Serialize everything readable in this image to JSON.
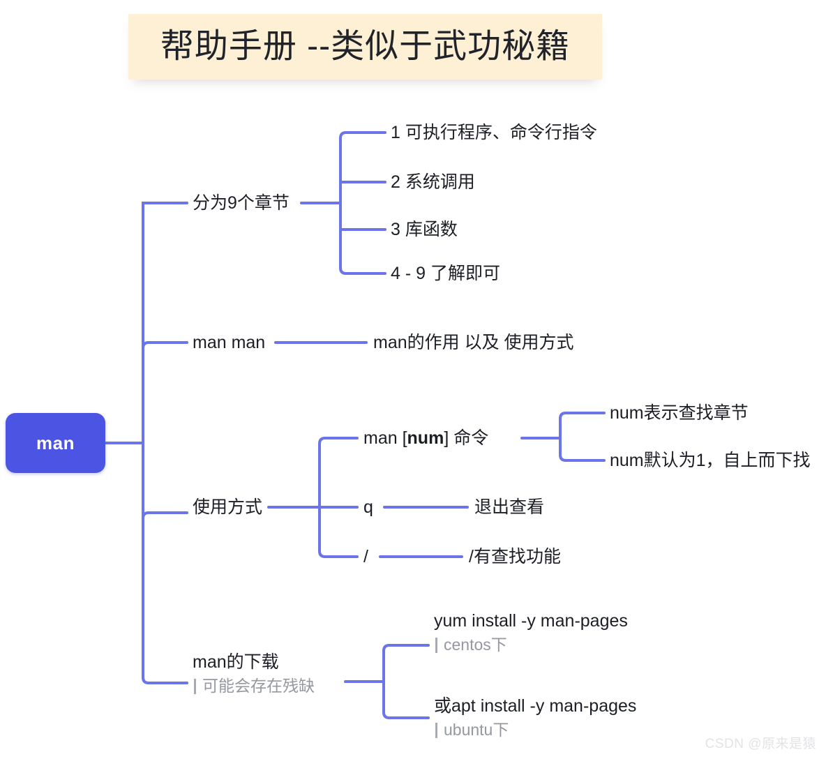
{
  "title": {
    "text": "帮助手册 --类似于武功秘籍",
    "background": "#fdf0d5",
    "color": "#20232a"
  },
  "colors": {
    "root_fill": "#4b54e3",
    "root_text": "#ffffff",
    "branch_line": "#6b74e8",
    "node_text": "#1c1e25",
    "note_text": "#9698a0",
    "canvas": "#ffffff"
  },
  "root": {
    "label": "man"
  },
  "branches": [
    {
      "label": "分为9个章节",
      "children": [
        {
          "label": "1 可执行程序、命令行指令"
        },
        {
          "label": "2 系统调用"
        },
        {
          "label": "3 库函数"
        },
        {
          "label": "4 - 9 了解即可"
        }
      ]
    },
    {
      "label": "man man",
      "children": [
        {
          "label": "man的作用 以及 使用方式"
        }
      ]
    },
    {
      "label": "使用方式",
      "children": [
        {
          "label_prefix": "man [",
          "label_bold": "num",
          "label_suffix": "] 命令",
          "children": [
            {
              "label": "num表示查找章节"
            },
            {
              "label": "num默认为1，自上而下找"
            }
          ]
        },
        {
          "label": "q",
          "children": [
            {
              "label": "退出查看"
            }
          ]
        },
        {
          "label": "/",
          "children": [
            {
              "label": "/有查找功能"
            }
          ]
        }
      ]
    },
    {
      "label": "man的下载",
      "note": "可能会存在残缺",
      "children": [
        {
          "label": "yum install -y man-pages",
          "note": "centos下"
        },
        {
          "label": "或apt install -y man-pages",
          "note": "ubuntu下"
        }
      ]
    }
  ],
  "watermark": {
    "text": "CSDN @原来是猿"
  }
}
